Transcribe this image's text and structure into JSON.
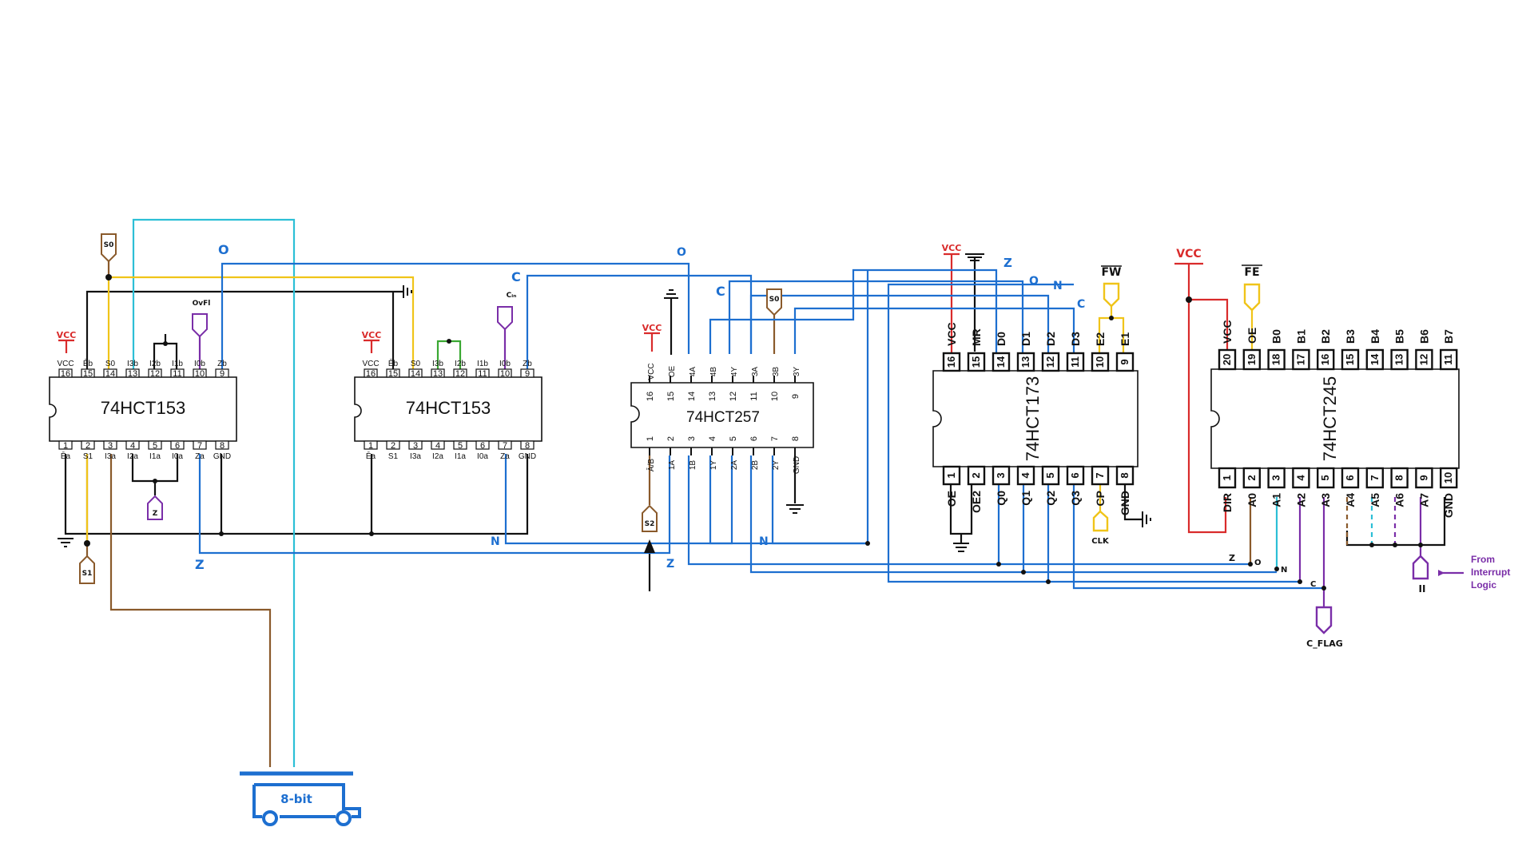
{
  "chips": {
    "mux1": {
      "name": "74HCT153"
    },
    "mux2": {
      "name": "74HCT153"
    },
    "mux257": {
      "name": "74HCT257"
    },
    "reg173": {
      "name": "74HCT173"
    },
    "buf245": {
      "name": "74HCT245"
    }
  },
  "pins153": {
    "top": [
      "VCC",
      "Ēb",
      "S0",
      "I3b",
      "I2b",
      "I1b",
      "I0b",
      "Zb"
    ],
    "top_nums": [
      "16",
      "15",
      "14",
      "13",
      "12",
      "11",
      "10",
      "9"
    ],
    "bottom": [
      "Ēa",
      "S1",
      "I3a",
      "I2a",
      "I1a",
      "I0a",
      "Za",
      "GND"
    ],
    "bottom_nums": [
      "1",
      "2",
      "3",
      "4",
      "5",
      "6",
      "7",
      "8"
    ]
  },
  "pins257": {
    "top": [
      "VCC",
      "OE",
      "4A",
      "4B",
      "4Y",
      "3A",
      "3B",
      "3Y"
    ],
    "top_nums": [
      "16",
      "15",
      "14",
      "13",
      "12",
      "11",
      "10",
      "9"
    ],
    "bottom": [
      "Ā/B",
      "1A",
      "1B",
      "1Y",
      "2A",
      "2B",
      "2Y",
      "GND"
    ],
    "bottom_nums": [
      "1",
      "2",
      "3",
      "4",
      "5",
      "6",
      "7",
      "8"
    ]
  },
  "pins173": {
    "top": [
      "VCC",
      "MR",
      "D0",
      "D1",
      "D2",
      "D3",
      "E2",
      "E1"
    ],
    "top_nums": [
      "16",
      "15",
      "14",
      "13",
      "12",
      "11",
      "10",
      "9"
    ],
    "bottom": [
      "OE",
      "OE2",
      "Q0",
      "Q1",
      "Q2",
      "Q3",
      "CP",
      "GND"
    ],
    "bottom_nums": [
      "1",
      "2",
      "3",
      "4",
      "5",
      "6",
      "7",
      "8"
    ]
  },
  "pins245": {
    "top": [
      "VCC",
      "OE",
      "B0",
      "B1",
      "B2",
      "B3",
      "B4",
      "B5",
      "B6",
      "B7"
    ],
    "top_nums": [
      "20",
      "19",
      "18",
      "17",
      "16",
      "15",
      "14",
      "13",
      "12",
      "11"
    ],
    "bottom": [
      "DIR",
      "A0",
      "A1",
      "A2",
      "A3",
      "A4",
      "A5",
      "A6",
      "A7",
      "GND"
    ],
    "bottom_nums": [
      "1",
      "2",
      "3",
      "4",
      "5",
      "6",
      "7",
      "8",
      "9",
      "10"
    ]
  },
  "labels": {
    "vcc": "VCC",
    "s0": "S0",
    "s1": "S1",
    "s2": "S2",
    "ovfl": "OvFl",
    "cin": "Cᵢₙ",
    "z_tag": "Z",
    "fw": "FW",
    "fe": "FE",
    "clk": "CLK",
    "ii": "II",
    "c_flag": "C_FLAG",
    "interrupt_note": [
      "From",
      "Interrupt",
      "Logic"
    ],
    "bus": "8-bit",
    "hand_o": "O",
    "hand_c": "C",
    "hand_z": "Z",
    "hand_n": "N"
  },
  "colors": {
    "wire_black": "#111111",
    "wire_blue": "#1d6fd0",
    "wire_cyan": "#2cbfd6",
    "wire_yellow": "#f0c419",
    "wire_red": "#d92b2b",
    "wire_purple": "#7a2ea8",
    "wire_brown": "#8a5a2b",
    "wire_green": "#3aa832"
  }
}
